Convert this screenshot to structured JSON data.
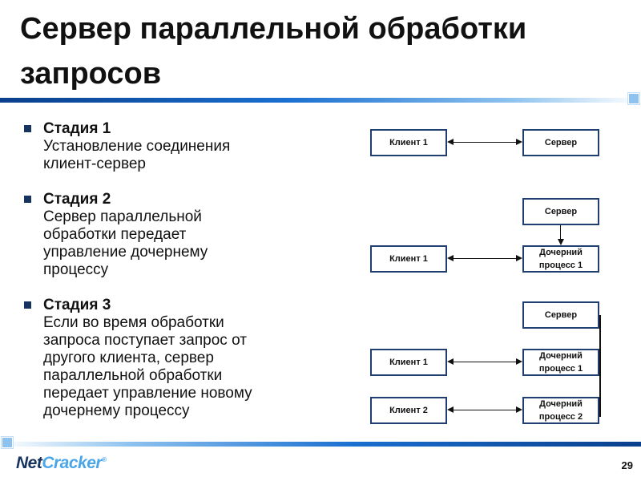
{
  "slide": {
    "title": "Сервер параллельной обработки запросов",
    "page_number": "29"
  },
  "stages": [
    {
      "title": "Стадия 1",
      "text": "Установление соединения\nклиент-сервер"
    },
    {
      "title": "Стадия 2",
      "text": "Сервер параллельной\nобработки передает\nуправление дочернему\nпроцессу"
    },
    {
      "title": "Стадия 3",
      "text": "Если во время обработки\nзапроса поступает запрос от\nдругого клиента, сервер\nпараллельной обработки\nпередает управление новому\nдочернему процессу"
    }
  ],
  "diagram": {
    "stage1": {
      "client": "Клиент 1",
      "server": "Сервер"
    },
    "stage2": {
      "server": "Сервер",
      "client": "Клиент 1",
      "child": "Дочерний процесс 1"
    },
    "stage3": {
      "server": "Сервер",
      "client1": "Клиент 1",
      "child1": "Дочерний процесс 1",
      "client2": "Клиент 2",
      "child2": "Дочерний процесс 2"
    }
  },
  "logo": {
    "part1": "Net",
    "part2": "Cracker",
    "mark": "®"
  },
  "colors": {
    "box_border": "#1e3f6f",
    "accent_dark": "#0a3f8c",
    "accent_light": "#8fc3ef",
    "bullet": "#17335f"
  }
}
